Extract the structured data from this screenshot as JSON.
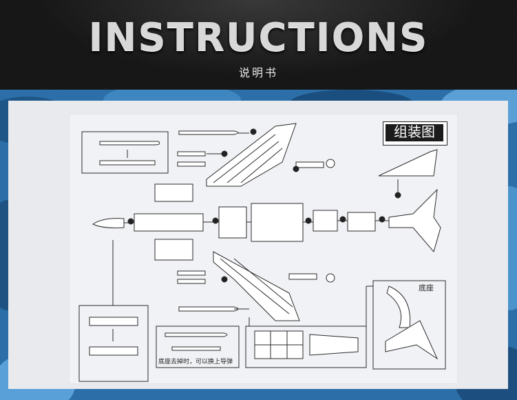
{
  "header": {
    "title": "INSTRUCTIONS",
    "subtitle": "说明书"
  },
  "sheet": {
    "assembly_label": "组装图",
    "stand_label": "底座",
    "note_text": "底座去掉时，可以换上导弹"
  },
  "colors": {
    "header_bg": "#161616",
    "camo_blue": "#2c6fa8",
    "paper": "#e9eaee",
    "ink": "#2a2a2a"
  }
}
